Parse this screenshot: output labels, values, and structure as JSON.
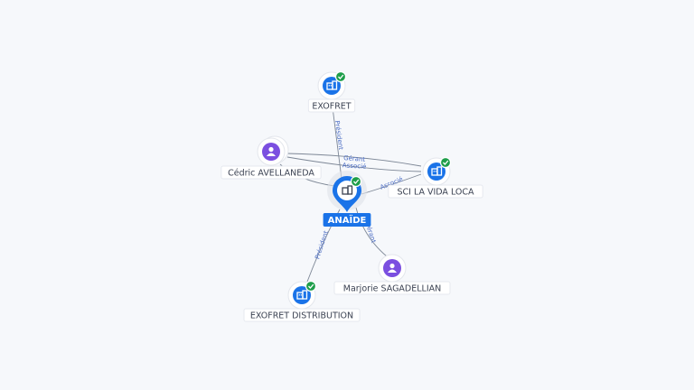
{
  "center": {
    "label": "ANAÏDE",
    "type": "company",
    "verified": true
  },
  "nodes": [
    {
      "id": "exofret",
      "label": "EXOFRET",
      "type": "company",
      "verified": true
    },
    {
      "id": "cedric",
      "label": "Cédric AVELLANEDA",
      "type": "person",
      "verified": false
    },
    {
      "id": "sci",
      "label": "SCI LA VIDA LOCA",
      "type": "company",
      "verified": true
    },
    {
      "id": "marjorie",
      "label": "Marjorie SAGADELLIAN",
      "type": "person",
      "verified": false
    },
    {
      "id": "exofret-distribution",
      "label": "EXOFRET DISTRIBUTION",
      "type": "company",
      "verified": true
    }
  ],
  "edges": [
    {
      "from": "center",
      "to": "exofret",
      "label": "Président"
    },
    {
      "from": "cedric",
      "to": "sci",
      "label": "Gérant"
    },
    {
      "from": "cedric",
      "to": "sci",
      "label": "Associé"
    },
    {
      "from": "center",
      "to": "sci",
      "label": "Associé"
    },
    {
      "from": "center",
      "to": "cedric",
      "label": ""
    },
    {
      "from": "center",
      "to": "marjorie",
      "label": "Gérant"
    },
    {
      "from": "center",
      "to": "exofret-distribution",
      "label": "Président"
    }
  ],
  "colors": {
    "company": "#1a73e8",
    "person": "#7b4fe0",
    "verified": "#1e9e4a",
    "center_label_bg": "#1a73e8",
    "edge": "#7d8796",
    "edge_label": "#4a6cc4"
  },
  "icons": {
    "company": "building-icon",
    "person": "person-icon",
    "verified": "check-badge-icon",
    "center": "map-pin-icon"
  }
}
